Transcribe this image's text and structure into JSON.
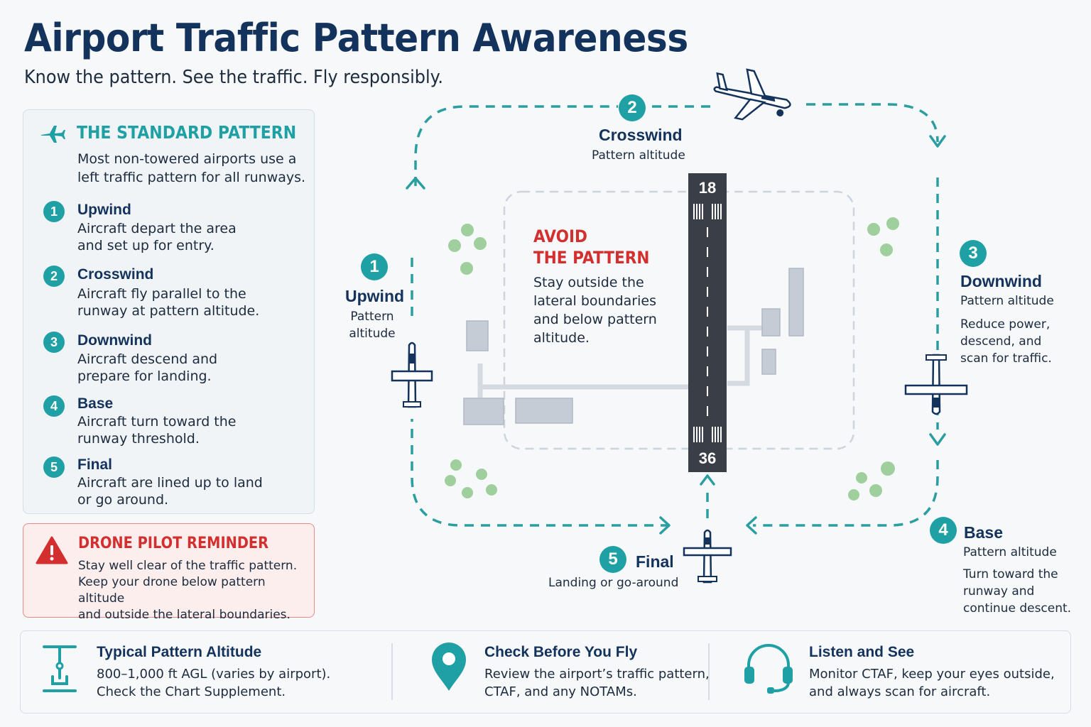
{
  "header": {
    "title": "Airport Traffic Pattern Awareness",
    "subtitle": "Know the pattern. See the traffic. Fly responsibly."
  },
  "standard_pattern": {
    "heading": "THE STANDARD PATTERN",
    "intro": "Most non-towered airports use a left traffic pattern for all runways.",
    "steps": [
      {
        "num": "1",
        "name": "Upwind",
        "desc_l1": "Aircraft depart the area",
        "desc_l2": "and set up for entry."
      },
      {
        "num": "2",
        "name": "Crosswind",
        "desc_l1": "Aircraft fly parallel to the",
        "desc_l2": "runway at pattern altitude."
      },
      {
        "num": "3",
        "name": "Downwind",
        "desc_l1": "Aircraft descend and",
        "desc_l2": "prepare for landing."
      },
      {
        "num": "4",
        "name": "Base",
        "desc_l1": "Aircraft turn toward the",
        "desc_l2": "runway threshold."
      },
      {
        "num": "5",
        "name": "Final",
        "desc_l1": "Aircraft are lined up to land",
        "desc_l2": "or go around."
      }
    ]
  },
  "drone_reminder": {
    "heading": "DRONE PILOT REMINDER",
    "line1": "Stay well clear of the traffic pattern.",
    "line2": "Keep your drone below pattern altitude",
    "line3": "and outside the lateral boundaries."
  },
  "diagram": {
    "runway": {
      "top_number": "18",
      "bottom_number": "36"
    },
    "avoid": {
      "line1": "AVOID",
      "line2": "THE PATTERN",
      "text_l1": "Stay outside the",
      "text_l2": "lateral boundaries",
      "text_l3": "and below pattern",
      "text_l4": "altitude."
    },
    "legs": {
      "upwind": {
        "num": "1",
        "name": "Upwind",
        "sub_l1": "Pattern",
        "sub_l2": "altitude"
      },
      "crosswind": {
        "num": "2",
        "name": "Crosswind",
        "sub": "Pattern altitude"
      },
      "downwind": {
        "num": "3",
        "name": "Downwind",
        "sub": "Pattern altitude",
        "note_l1": "Reduce power,",
        "note_l2": "descend, and",
        "note_l3": "scan for traffic."
      },
      "base": {
        "num": "4",
        "name": "Base",
        "sub": "Pattern altitude",
        "note_l1": "Turn toward the",
        "note_l2": "runway and",
        "note_l3": "continue descent."
      },
      "final": {
        "num": "5",
        "name": "Final",
        "sub": "Landing or go-around"
      }
    },
    "colors": {
      "pattern": "#2a9ea0",
      "runway": "#3a3f47",
      "warning": "#d42f2f",
      "navy": "#13325c"
    }
  },
  "tips": [
    {
      "icon": "altitude-icon",
      "title": "Typical Pattern Altitude",
      "line1": "800–1,000 ft AGL (varies by airport).",
      "line2": "Check the Chart Supplement."
    },
    {
      "icon": "location-pin-icon",
      "title": "Check Before You Fly",
      "line1": "Review the airport’s traffic pattern,",
      "line2": "CTAF, and any NOTAMs."
    },
    {
      "icon": "headset-icon",
      "title": "Listen and See",
      "line1": "Monitor CTAF, keep your eyes outside,",
      "line2": "and always scan for aircraft."
    }
  ]
}
